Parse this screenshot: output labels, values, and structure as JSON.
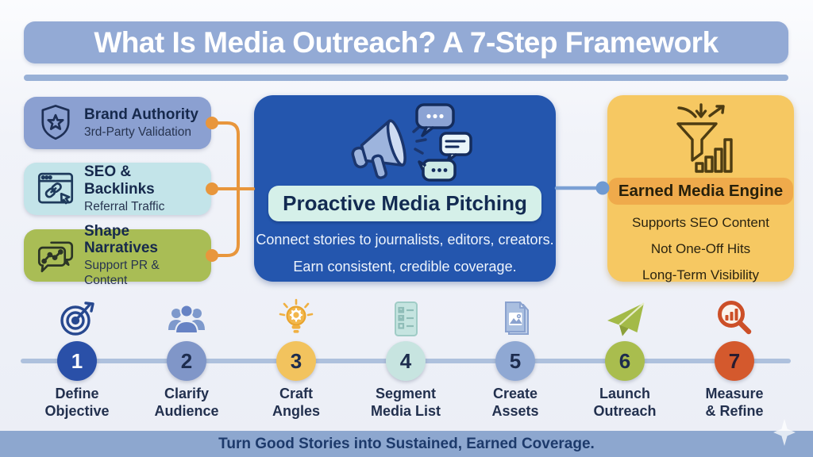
{
  "title": "What Is Media Outreach? A 7-Step Framework",
  "benefit_cards": [
    {
      "title": "Brand Authority",
      "subtitle": "3rd-Party Validation",
      "icon": "shield-star-icon",
      "bg": "#8ba0d1"
    },
    {
      "title": "SEO & Backlinks",
      "subtitle": "Referral Traffic",
      "icon": "browser-link-icon",
      "bg": "#c3e4e9"
    },
    {
      "title": "Shape Narratives",
      "subtitle": "Support PR & Content",
      "icon": "chat-chart-icon",
      "bg": "#a9bd55"
    }
  ],
  "center_card": {
    "label": "Proactive Media Pitching",
    "line1": "Connect stories to journalists, editors, creators.",
    "line2": "Earn consistent, credible coverage.",
    "bg": "#2456ae",
    "label_bg": "#d5f0e9",
    "icon": "megaphone-icon"
  },
  "right_card": {
    "label": "Earned Media Engine",
    "points": [
      "Supports SEO Content",
      "Not One-Off Hits",
      "Long-Term Visibility"
    ],
    "bg": "#f6c862",
    "label_bg": "#efaa4b",
    "icon": "funnel-chart-icon"
  },
  "steps": [
    {
      "number": "1",
      "label": "Define\nObjective",
      "icon": "target-dart-icon",
      "circle_color": "#2a50a8",
      "number_color": "#ffffff"
    },
    {
      "number": "2",
      "label": "Clarify\nAudience",
      "icon": "audience-people-icon",
      "circle_color": "#8096c8",
      "number_color": "#1d2c4e"
    },
    {
      "number": "3",
      "label": "Craft\nAngles",
      "icon": "idea-bulb-icon",
      "circle_color": "#f2c35e",
      "number_color": "#1d2c4e"
    },
    {
      "number": "4",
      "label": "Segment\nMedia List",
      "icon": "checklist-icon",
      "circle_color": "#c7e4e0",
      "number_color": "#1d2c4e"
    },
    {
      "number": "5",
      "label": "Create\nAssets",
      "icon": "asset-document-icon",
      "circle_color": "#8fa8d3",
      "number_color": "#1d2c4e"
    },
    {
      "number": "6",
      "label": "Launch\nOutreach",
      "icon": "paper-plane-icon",
      "circle_color": "#a9bd4e",
      "number_color": "#1d2c4e"
    },
    {
      "number": "7",
      "label": "Measure\n& Refine",
      "icon": "magnifier-chart-icon",
      "circle_color": "#d4592d",
      "number_color": "#2a1c30"
    }
  ],
  "footer": {
    "text": "Turn Good Stories into Sustained, Earned Coverage."
  },
  "colors": {
    "connector_orange": "#e8963c",
    "connector_blue": "#7ba0d4",
    "timeline": "#aec1dd",
    "title_banner": "#93aad5",
    "footer_bg": "#8da7cf",
    "background": "#eff2f8"
  }
}
